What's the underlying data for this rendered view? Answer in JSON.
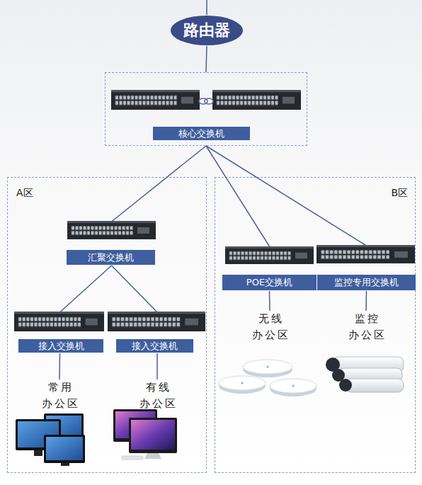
{
  "diagram": {
    "nodes": [
      {
        "text": [
          "路由器"
        ]
      },
      {
        "text": [
          "核心交换机"
        ]
      },
      {
        "text": [
          "A区"
        ]
      },
      {
        "text": [
          "汇聚交换机"
        ],
        "in": 2
      },
      {
        "text": [
          "接入交换机"
        ],
        "in": 2
      },
      {
        "text": [
          "接入交换机"
        ],
        "in": 2
      },
      {
        "text": [
          "常用 办公区"
        ],
        "in": 2
      },
      {
        "text": [
          "有线 办公区"
        ],
        "in": 2
      },
      {
        "text": [
          "B区"
        ]
      },
      {
        "text": [
          "POE交换机"
        ],
        "in": 8
      },
      {
        "text": [
          "监控专用交换机"
        ],
        "in": 8
      },
      {
        "text": [
          "无线 办公区"
        ],
        "in": 8
      },
      {
        "text": [
          "监控 办公区"
        ],
        "in": 8
      }
    ],
    "edges": [
      {
        "from": 0,
        "to": 1,
        "arrow": "none"
      },
      {
        "from": 1,
        "to": 3,
        "arrow": "none"
      },
      {
        "from": 1,
        "to": 9,
        "arrow": "none"
      },
      {
        "from": 1,
        "to": 10,
        "arrow": "none"
      },
      {
        "from": 3,
        "to": 4,
        "arrow": "none"
      },
      {
        "from": 3,
        "to": 5,
        "arrow": "none"
      },
      {
        "from": 4,
        "to": 6,
        "arrow": "none"
      },
      {
        "from": 5,
        "to": 7,
        "arrow": "none"
      },
      {
        "from": 9,
        "to": 11,
        "arrow": "none"
      },
      {
        "from": 10,
        "to": 12,
        "arrow": "none"
      }
    ]
  }
}
